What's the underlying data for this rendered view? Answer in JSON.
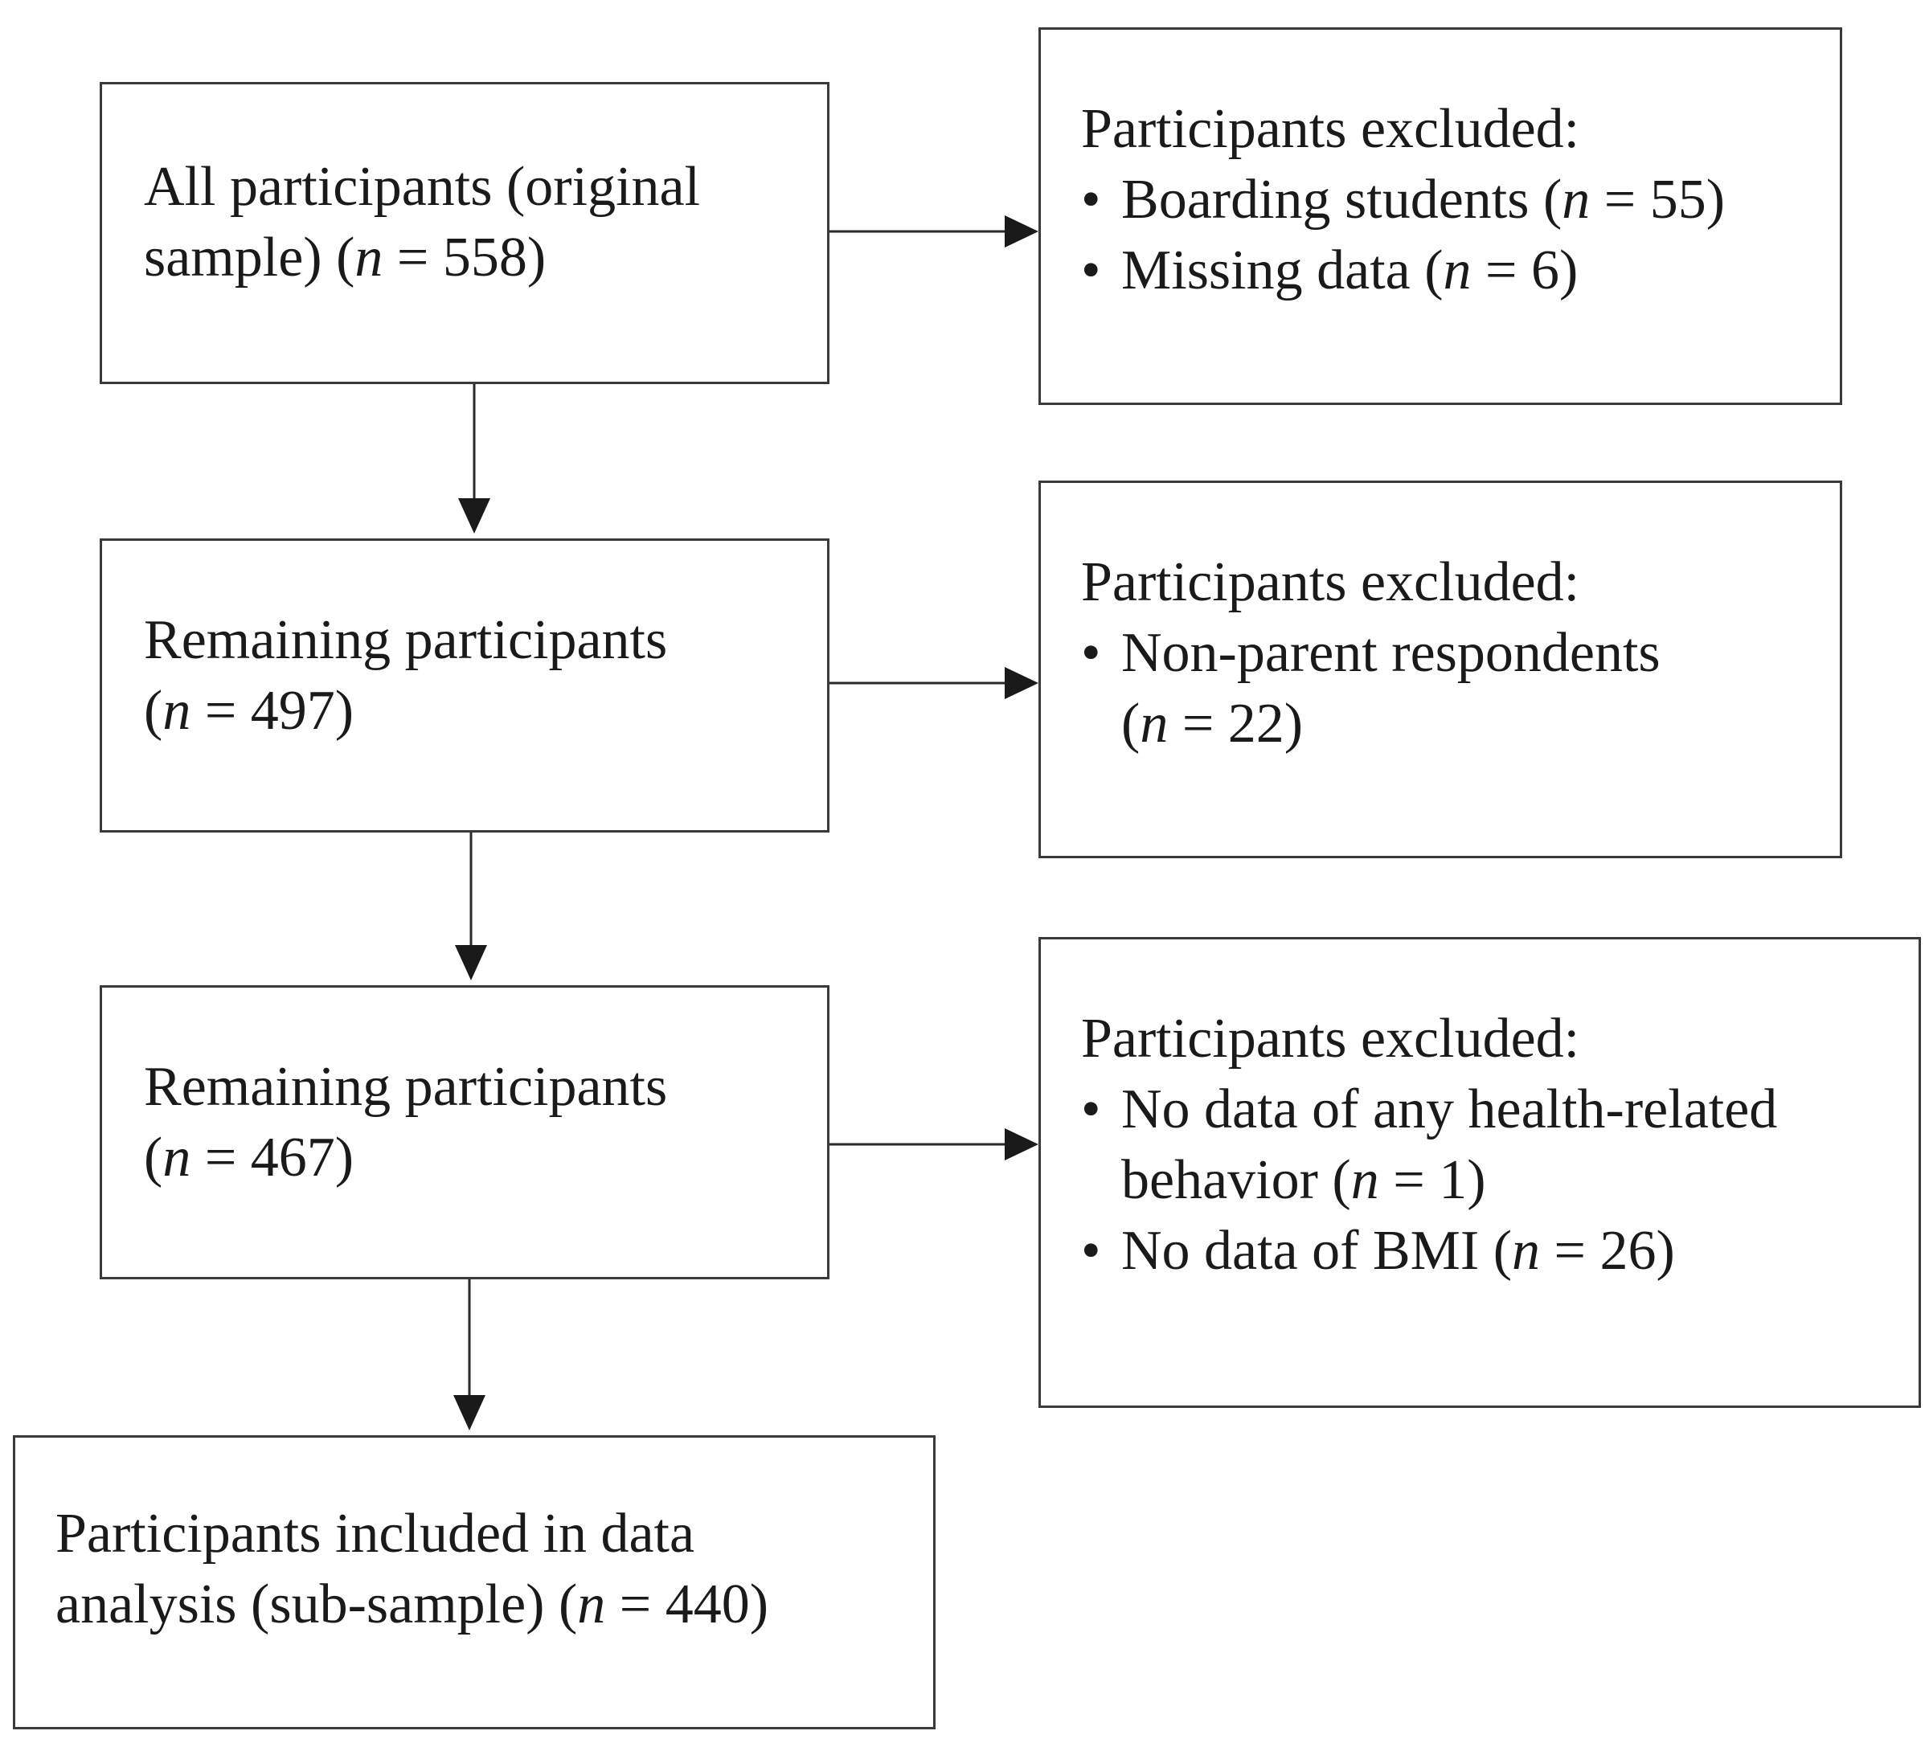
{
  "flow": {
    "all": {
      "line1": "All participants (original",
      "line2_text": "sample) (",
      "n_var": "n",
      "n_value": " = 558)"
    },
    "remaining1": {
      "line1": "Remaining participants",
      "line2_text": "(",
      "n_var": "n",
      "n_value": " = 497)"
    },
    "remaining2": {
      "line1": "Remaining participants",
      "line2_text": "(",
      "n_var": "n",
      "n_value": " = 467)"
    },
    "final": {
      "line1": "Participants included in data",
      "line2_text": "analysis (sub-sample) (",
      "n_var": "n",
      "n_value": " = 440)"
    }
  },
  "exclusions": {
    "step1": {
      "heading": "Participants excluded:",
      "items": [
        {
          "text": "Boarding students (",
          "n_var": "n",
          "n_value": " = 55)"
        },
        {
          "text": "Missing data (",
          "n_var": "n",
          "n_value": " = 6)"
        }
      ]
    },
    "step2": {
      "heading": "Participants excluded:",
      "items": [
        {
          "line1": "Non-parent respondents",
          "text": "(",
          "n_var": "n",
          "n_value": " = 22)"
        }
      ]
    },
    "step3": {
      "heading": "Participants excluded:",
      "items": [
        {
          "line1": "No data of any health-related",
          "text": "behavior (",
          "n_var": "n",
          "n_value": " = 1)"
        },
        {
          "text": "No data of BMI (",
          "n_var": "n",
          "n_value": " = 26)"
        }
      ]
    }
  }
}
